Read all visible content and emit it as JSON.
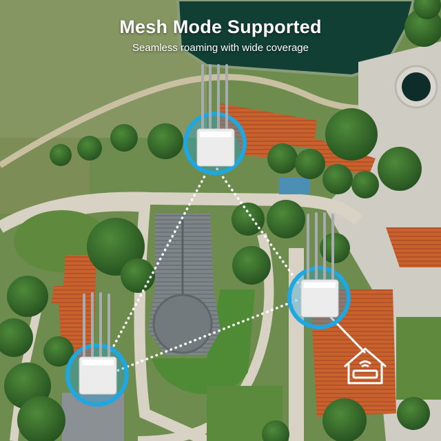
{
  "header": {
    "title": "Mesh Mode Supported",
    "subtitle": "Seamless roaming with wide coverage"
  },
  "colors": {
    "accent_ring": "#1ea7e1",
    "device_body": "#ececec",
    "roof_orange": "#c8612c",
    "grass": "#6f8f52",
    "water": "#123f33"
  },
  "icons": [
    "router-device-icon",
    "home-router-icon",
    "wifi-icon"
  ],
  "mesh_nodes": [
    {
      "name": "mesh-node-top"
    },
    {
      "name": "mesh-node-right"
    },
    {
      "name": "mesh-node-bottom-left"
    }
  ]
}
